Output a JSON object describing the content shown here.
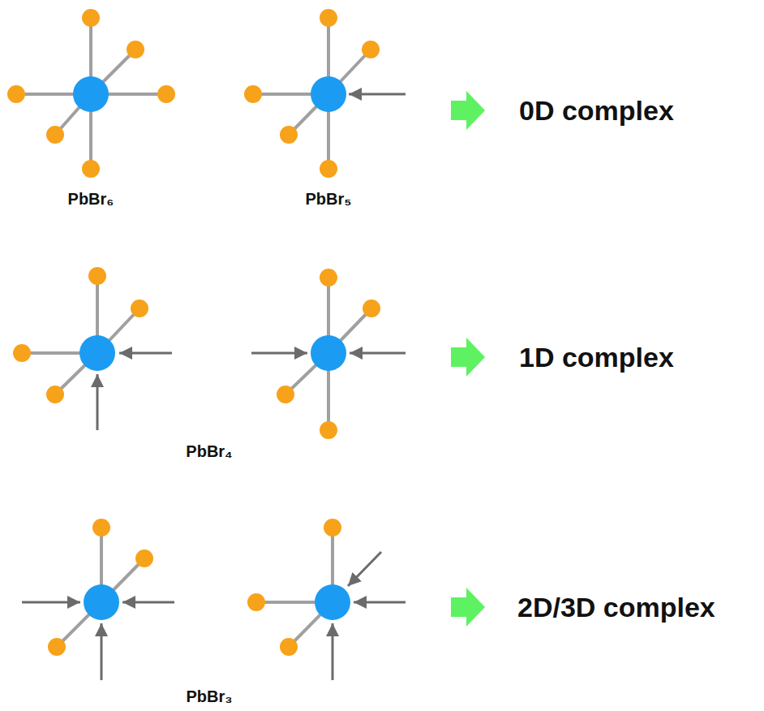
{
  "diagram": {
    "labels": [
      "PbBr₆",
      "PbBr₅",
      "0D complex",
      "PbBr₄",
      "1D complex",
      "PbBr₃",
      "2D/3D complex"
    ]
  }
}
